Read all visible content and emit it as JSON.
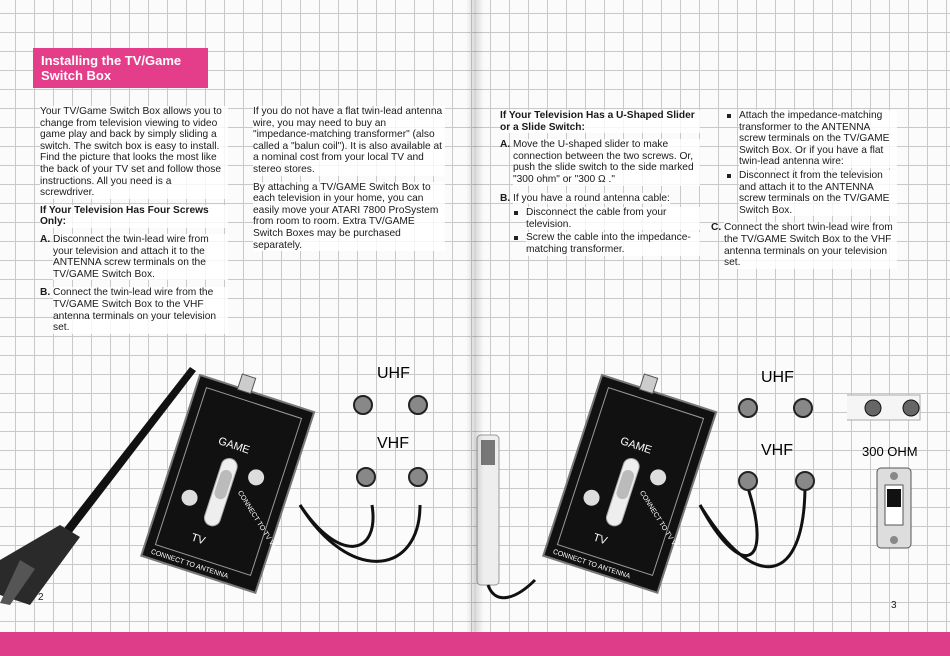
{
  "title": "Installing the TV/Game Switch Box",
  "left": {
    "col1_intro": "Your TV/Game Switch Box allows you to change from television viewing to video game play and back by simply sliding a switch. The switch box is easy to install. Find the picture that looks the most like the back of your TV set and follow those instructions. All you need is a screwdriver.",
    "col1_heading": "If Your Television Has Four Screws Only:",
    "steps": [
      {
        "label": "A.",
        "text": "Disconnect the twin-lead wire from your television and attach it to the ANTENNA screw terminals on the TV/GAME Switch Box."
      },
      {
        "label": "B.",
        "text": "Connect the twin-lead wire from the TV/GAME Switch Box to the VHF antenna terminals on your television set."
      }
    ],
    "col2_p1": "If you do not have a flat twin-lead antenna wire, you may need to buy an \"impedance-matching transformer\" (also called a \"balun coil\"). It is also available at a nominal cost from your local TV and stereo stores.",
    "col2_p2": "By attaching a TV/GAME Switch Box to each television in your home, you can easily move your ATARI 7800 ProSystem from room to room. Extra TV/GAME Switch Boxes may be purchased separately.",
    "page_number": "2",
    "uhf": "UHF",
    "vhf": "VHF"
  },
  "right": {
    "col1_heading": "If Your Television Has a U-Shaped Slider or a Slide Switch:",
    "stepA": {
      "label": "A.",
      "text": "Move the U-shaped slider to make connection between the two screws. Or, push the slide switch to the side marked \"300 ohm\" or \"300 Ω .\""
    },
    "stepB": {
      "label": "B.",
      "text": "If you have a round antenna cable:"
    },
    "stepB_bullets": [
      "Disconnect the cable from your television.",
      "Screw the cable into the impedance-matching transformer."
    ],
    "col2_bullets": [
      "Attach the impedance-matching transformer to the ANTENNA screw terminals on the TV/GAME Switch Box. Or if you have a flat twin-lead antenna wire:",
      "Disconnect it from the television and attach it to the ANTENNA screw terminals on the TV/GAME Switch Box."
    ],
    "stepC": {
      "label": "C.",
      "text": "Connect the short twin-lead wire from the TV/GAME Switch Box to the VHF antenna terminals on your television set."
    },
    "page_number": "3",
    "uhf": "UHF",
    "vhf": "VHF",
    "ohm": "300 OHM"
  },
  "device": {
    "game": "GAME",
    "tv": "TV",
    "connect_tv_vhf": "CONNECT TO TV VHF",
    "connect_antenna": "CONNECT TO ANTENNA"
  },
  "colors": {
    "accent": "#e43e8a",
    "grid": "#c9c9c9"
  }
}
